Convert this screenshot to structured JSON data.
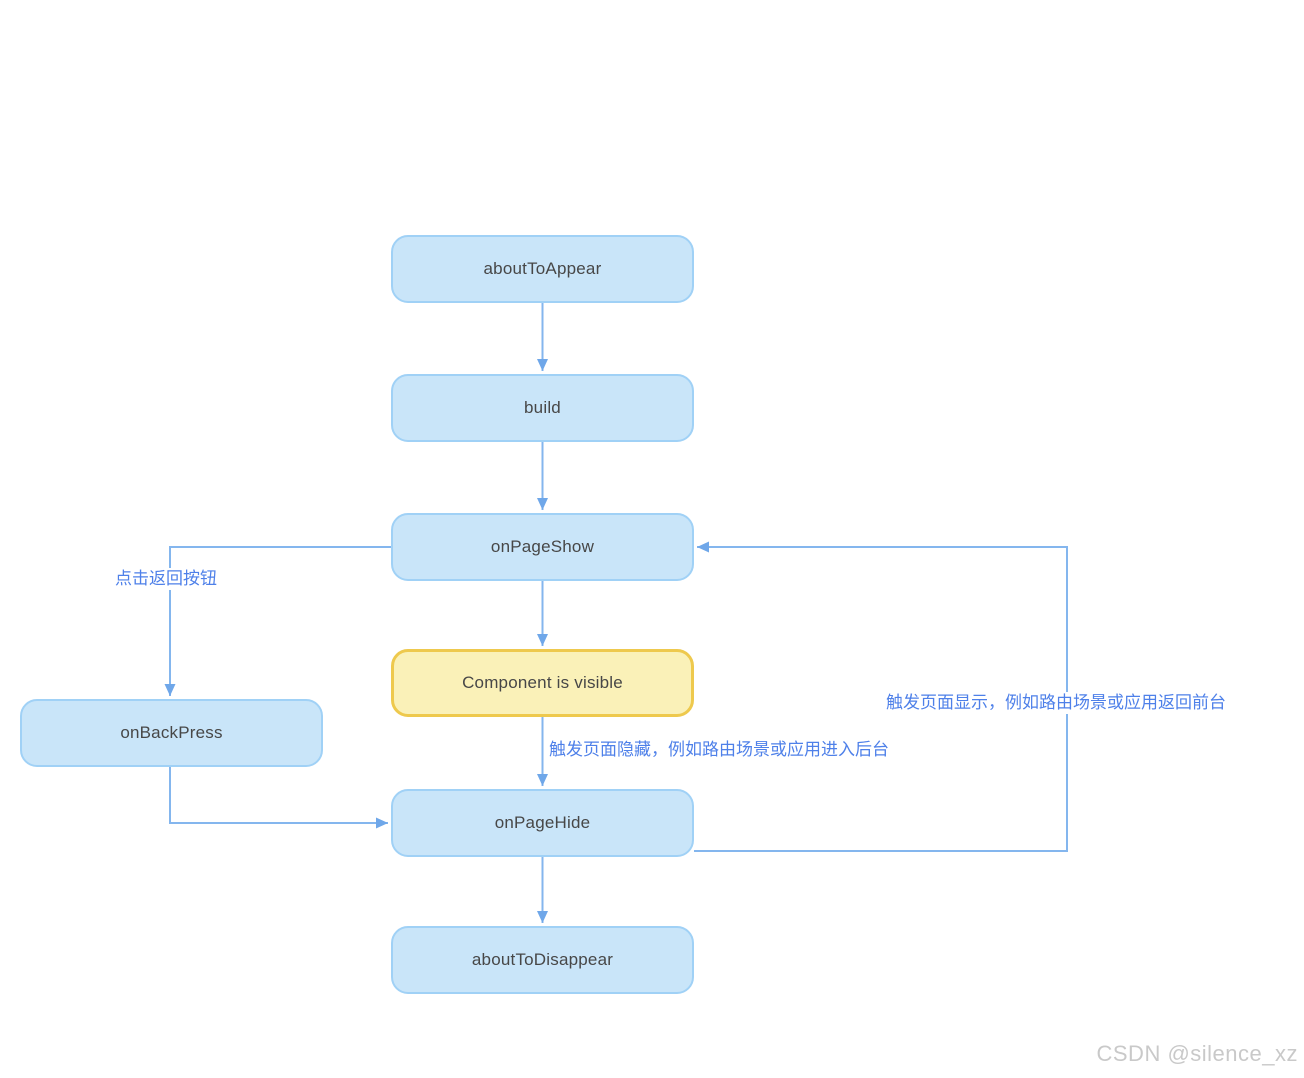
{
  "diagram_type": "flowchart",
  "nodes": {
    "aboutToAppear": {
      "label": "aboutToAppear"
    },
    "build": {
      "label": "build"
    },
    "onPageShow": {
      "label": "onPageShow"
    },
    "componentVisible": {
      "label": "Component is visible"
    },
    "onBackPress": {
      "label": "onBackPress"
    },
    "onPageHide": {
      "label": "onPageHide"
    },
    "aboutToDisappear": {
      "label": "aboutToDisappear"
    }
  },
  "edge_labels": {
    "back_press": "点击返回按钮",
    "page_show": "触发页面显示，例如路由场景或应用返回前台",
    "page_hide": "触发页面隐藏，例如路由场景或应用进入后台"
  },
  "flow": [
    {
      "from": "aboutToAppear",
      "to": "build"
    },
    {
      "from": "build",
      "to": "onPageShow"
    },
    {
      "from": "onPageShow",
      "to": "componentVisible"
    },
    {
      "from": "componentVisible",
      "to": "onPageHide",
      "label": "触发页面隐藏，例如路由场景或应用进入后台"
    },
    {
      "from": "onPageHide",
      "to": "aboutToDisappear"
    },
    {
      "from": "onPageShow",
      "to": "onBackPress",
      "label": "点击返回按钮"
    },
    {
      "from": "onBackPress",
      "to": "onPageHide"
    },
    {
      "from": "onPageHide",
      "to": "onPageShow",
      "label": "触发页面显示，例如路由场景或应用返回前台"
    }
  ],
  "watermark": "CSDN @silence_xz",
  "colors": {
    "node_fill": "#c9e5f9",
    "node_border": "#a0d1f6",
    "highlight_fill": "#faf1b8",
    "highlight_border": "#eec94d",
    "arrow_line": "#84b6ee",
    "arrow_head": "#6fa7e9",
    "edge_label_text": "#4e80e9",
    "node_text": "#474747",
    "watermark_text": "#c9c9c9"
  }
}
